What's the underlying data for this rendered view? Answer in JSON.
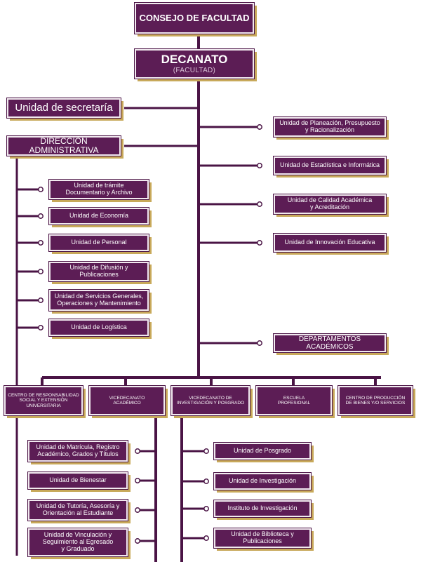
{
  "colors": {
    "box": "#5c1d55",
    "shadow": "#c8a95a",
    "line": "#4a1445",
    "text": "#ffffff"
  },
  "council": {
    "label": "CONSEJO DE FACULTAD"
  },
  "dean": {
    "label": "DECANATO",
    "sublabel": "(FACULTAD)"
  },
  "left_units": {
    "secretaria": "Unidad de secretaría",
    "direccion": "DIRECCIÓN ADMINISTRATIVA"
  },
  "admin_units": [
    "Unidad de trámite\nDocumentario y Archivo",
    "Unidad de Economía",
    "Unidad de Personal",
    "Unidad de Difusión y\nPublicaciones",
    "Unidad de Servicios Generales,\nOperaciones y Mantenimiento",
    "Unidad de Logística"
  ],
  "right_units": [
    "Unidad de Planeación, Presupuesto\ny Racionalización",
    "Unidad de Estadística e Informática",
    "Unidad de Calidad Académica\ny Acreditación",
    "Unidad de Innovación Educativa",
    "DEPARTAMENTOS ACADÉMICOS"
  ],
  "bottom_units": [
    "CENTRO DE RESPONSABILIDAD\nSOCIAL Y EXTENSIÓN\nUNIVERSITARIA",
    "VICEDECANATO\nACADÉMICO",
    "VICEDECANATO DE\nINVESTIGACIÓN Y POSGRADO",
    "ESCUELA\nPROFESIONAL",
    "CENTRO DE PRODUCCIÓN\nDE BIENES Y/O SERVICIOS"
  ],
  "academic_units": [
    "Unidad de Matrícula, Registro\nAcadémico, Grados y Títulos",
    "Unidad de Bienestar",
    "Unidad de Tutoría, Asesoría y\nOrientación al Estudiante",
    "Unidad de Vinculación y\nSeguimiento al Egresado\ny Graduado"
  ],
  "research_units": [
    "Unidad de Posgrado",
    "Unidad de Investigación",
    "Instituto de Investigación",
    "Unidad de Biblioteca y\nPublicaciones"
  ]
}
